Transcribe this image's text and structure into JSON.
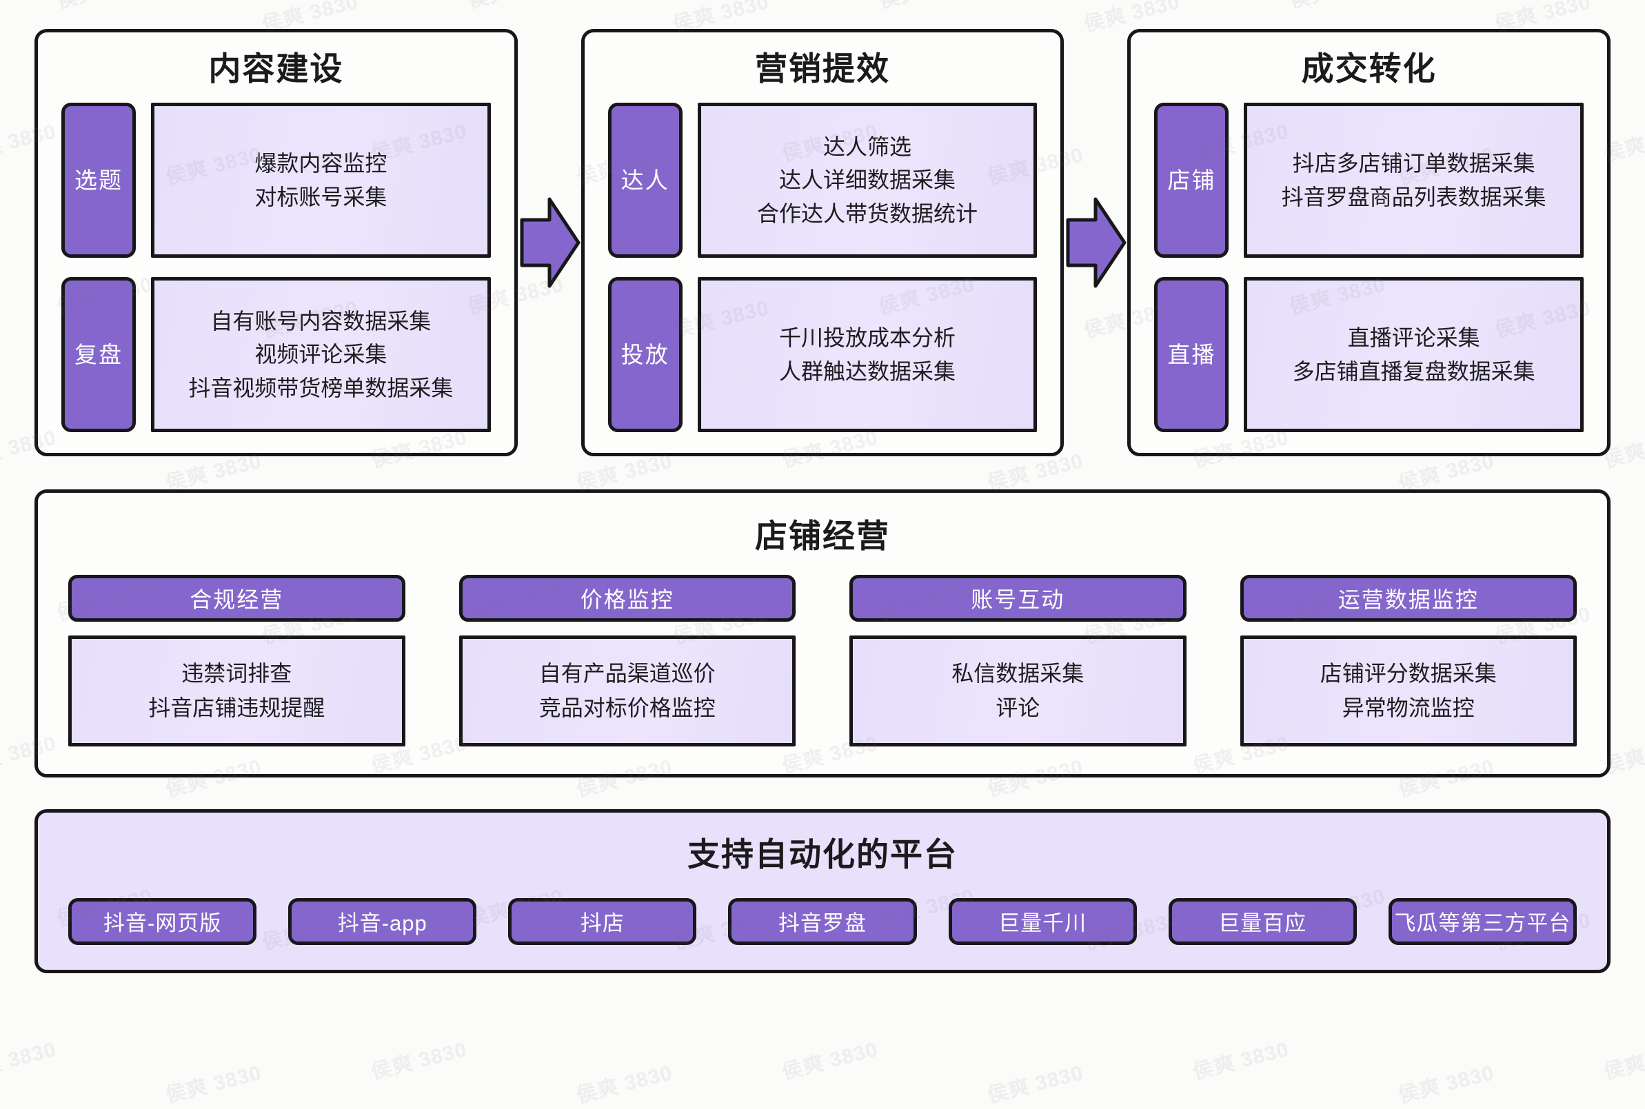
{
  "watermark": {
    "text": "侯爽 3830"
  },
  "colors": {
    "accent_purple": "#8566CC",
    "light_purple_fill": "#E8E0FB",
    "panel_bg": "#FDFDFB",
    "platform_bg": "#E9E1FB",
    "outline": "#17171A",
    "page_bg": "#FBFBF9"
  },
  "stages": [
    {
      "title": "内容建设",
      "items": [
        {
          "tag": "选题",
          "lines": [
            "爆款内容监控",
            "对标账号采集"
          ]
        },
        {
          "tag": "复盘",
          "lines": [
            "自有账号内容数据采集",
            "视频评论采集",
            "抖音视频带货榜单数据采集"
          ]
        }
      ]
    },
    {
      "title": "营销提效",
      "items": [
        {
          "tag": "达人",
          "lines": [
            "达人筛选",
            "达人详细数据采集",
            "合作达人带货数据统计"
          ]
        },
        {
          "tag": "投放",
          "lines": [
            "千川投放成本分析",
            "人群触达数据采集"
          ]
        }
      ]
    },
    {
      "title": "成交转化",
      "items": [
        {
          "tag": "店铺",
          "lines": [
            "抖店多店铺订单数据采集",
            "抖音罗盘商品列表数据采集"
          ]
        },
        {
          "tag": "直播",
          "lines": [
            "直播评论采集",
            "多店铺直播复盘数据采集"
          ]
        }
      ]
    }
  ],
  "arrows": [
    {
      "name": "arrow-stage1-to-stage2"
    },
    {
      "name": "arrow-stage2-to-stage3"
    }
  ],
  "operations": {
    "title": "店铺经营",
    "columns": [
      {
        "head": "合规经营",
        "lines": [
          "违禁词排查",
          "抖音店铺违规提醒"
        ]
      },
      {
        "head": "价格监控",
        "lines": [
          "自有产品渠道巡价",
          "竞品对标价格监控"
        ]
      },
      {
        "head": "账号互动",
        "lines": [
          "私信数据采集",
          "评论"
        ]
      },
      {
        "head": "运营数据监控",
        "lines": [
          "店铺评分数据采集",
          "异常物流监控"
        ]
      }
    ]
  },
  "platforms": {
    "title": "支持自动化的平台",
    "chips": [
      "抖音-网页版",
      "抖音-app",
      "抖店",
      "抖音罗盘",
      "巨量千川",
      "巨量百应",
      "飞瓜等第三方平台"
    ]
  }
}
